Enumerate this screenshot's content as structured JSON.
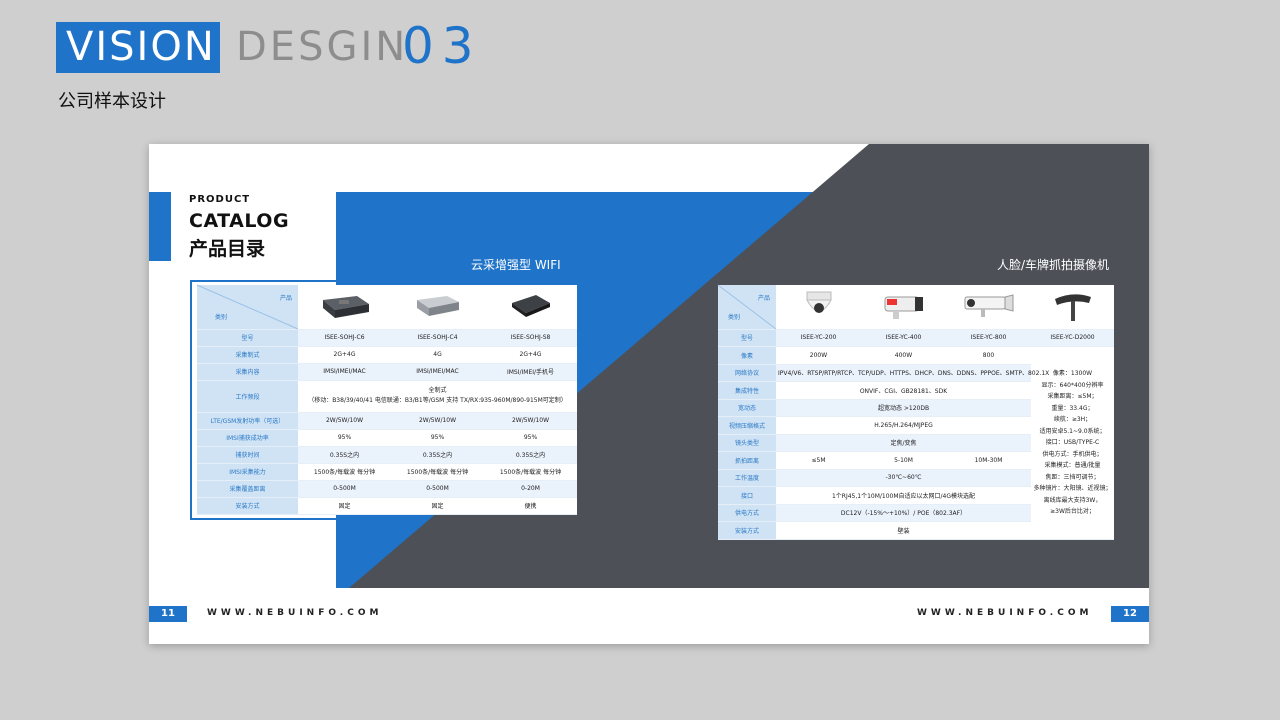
{
  "header": {
    "vision": "VISION",
    "design": "DESGIN",
    "number": "03",
    "subtitle": "公司样本设计"
  },
  "colors": {
    "brand_blue": "#1f73c8",
    "dark_gray": "#4d5057",
    "table_header": "#cfe3f5"
  },
  "spread": {
    "product": "PRODUCT",
    "catalog": "CATALOG",
    "catalog_cn": "产品目录",
    "left_title": "云采增强型 WIFI",
    "right_title": "人脸/车牌抓拍摄像机",
    "left_page": "11",
    "right_page": "12",
    "url": "WWW.NEBUINFO.COM"
  },
  "left_table": {
    "corner_product": "产品",
    "corner_category": "类别",
    "rows": [
      {
        "label": "型号",
        "cells": [
          "ISEE-SOHJ-C6",
          "ISEE-SOHJ-C4",
          "ISEE-SOHJ-S8"
        ]
      },
      {
        "label": "采集制式",
        "cells": [
          "2G+4G",
          "4G",
          "2G+4G"
        ]
      },
      {
        "label": "采集内容",
        "cells": [
          "IMSI/IMEI/MAC",
          "IMSI/IMEI/MAC",
          "IMSI/IMEI/手机号"
        ]
      },
      {
        "label": "工作频段",
        "merged": "全制式",
        "merged2": "（移动：B38/39/40/41 电信联通：B3/B1等/GSM 支持 TX/RX:935-960M/890-915M可定制）"
      },
      {
        "label": "LTE/GSM发射功率（可选）",
        "cells": [
          "2W/5W/10W",
          "2W/5W/10W",
          "2W/5W/10W"
        ]
      },
      {
        "label": "IMSI捕获成功率",
        "cells": [
          "95%",
          "95%",
          "95%"
        ]
      },
      {
        "label": "捕获时间",
        "cells": [
          "0.35S之内",
          "0.35S之内",
          "0.35S之内"
        ]
      },
      {
        "label": "IMSI采集能力",
        "cells": [
          "1500条/每载波 每分钟",
          "1500条/每载波 每分钟",
          "1500条/每载波 每分钟"
        ]
      },
      {
        "label": "采集覆盖距离",
        "cells": [
          "0-500M",
          "0-500M",
          "0-20M"
        ]
      },
      {
        "label": "安装方式",
        "cells": [
          "固定",
          "固定",
          "便携"
        ]
      }
    ]
  },
  "right_table": {
    "corner_product": "产品",
    "corner_category": "类别",
    "rows": [
      {
        "label": "型号",
        "cells": [
          "ISEE-YC-200",
          "ISEE-YC-400",
          "ISEE-YC-800",
          "ISEE-YC-D2000"
        ]
      },
      {
        "label": "像素",
        "cells": [
          "200W",
          "400W",
          "800"
        ]
      },
      {
        "label": "网络协议",
        "merged": "IPV4/V6、RTSP/RTP/RTCP、TCP/UDP、HTTPS、DHCP、DNS、DDNS、PPPOE、SMTP、802.1X"
      },
      {
        "label": "集成特性",
        "merged": "ONVIF、CGI、GB28181、SDK"
      },
      {
        "label": "宽动态",
        "merged": "超宽动态 >120DB"
      },
      {
        "label": "视频压缩格式",
        "merged": "H.265/H.264/MJPEG"
      },
      {
        "label": "镜头类型",
        "merged": "定焦/变焦"
      },
      {
        "label": "抓拍距离",
        "cells": [
          "≤5M",
          "5-10M",
          "10M-30M"
        ]
      },
      {
        "label": "工作温度",
        "merged": "-30℃~60℃"
      },
      {
        "label": "接口",
        "merged": "1个RJ45,1个10M/100M自适应以太网口/4G模块选配"
      },
      {
        "label": "供电方式",
        "merged": "DC12V（-15%～+10%）/ POE（802.3AF）"
      },
      {
        "label": "安装方式",
        "merged": "壁装"
      }
    ],
    "side_notes": [
      "像素：1300W",
      "显示：640*400分辨率",
      "采集距离：≤5M；",
      "重量：33.4G；",
      "续航：≥3H；",
      "适用安卓5.1~9.0系统；",
      "接口：USB/TYPE-C",
      "供电方式：手机供电；",
      "采集模式：普通/批量",
      "焦距：三挡可调节；",
      "多种镜片：大阳镜、近视镜；",
      "离线库最大支持3W，",
      "≥3W后台比对；"
    ]
  }
}
